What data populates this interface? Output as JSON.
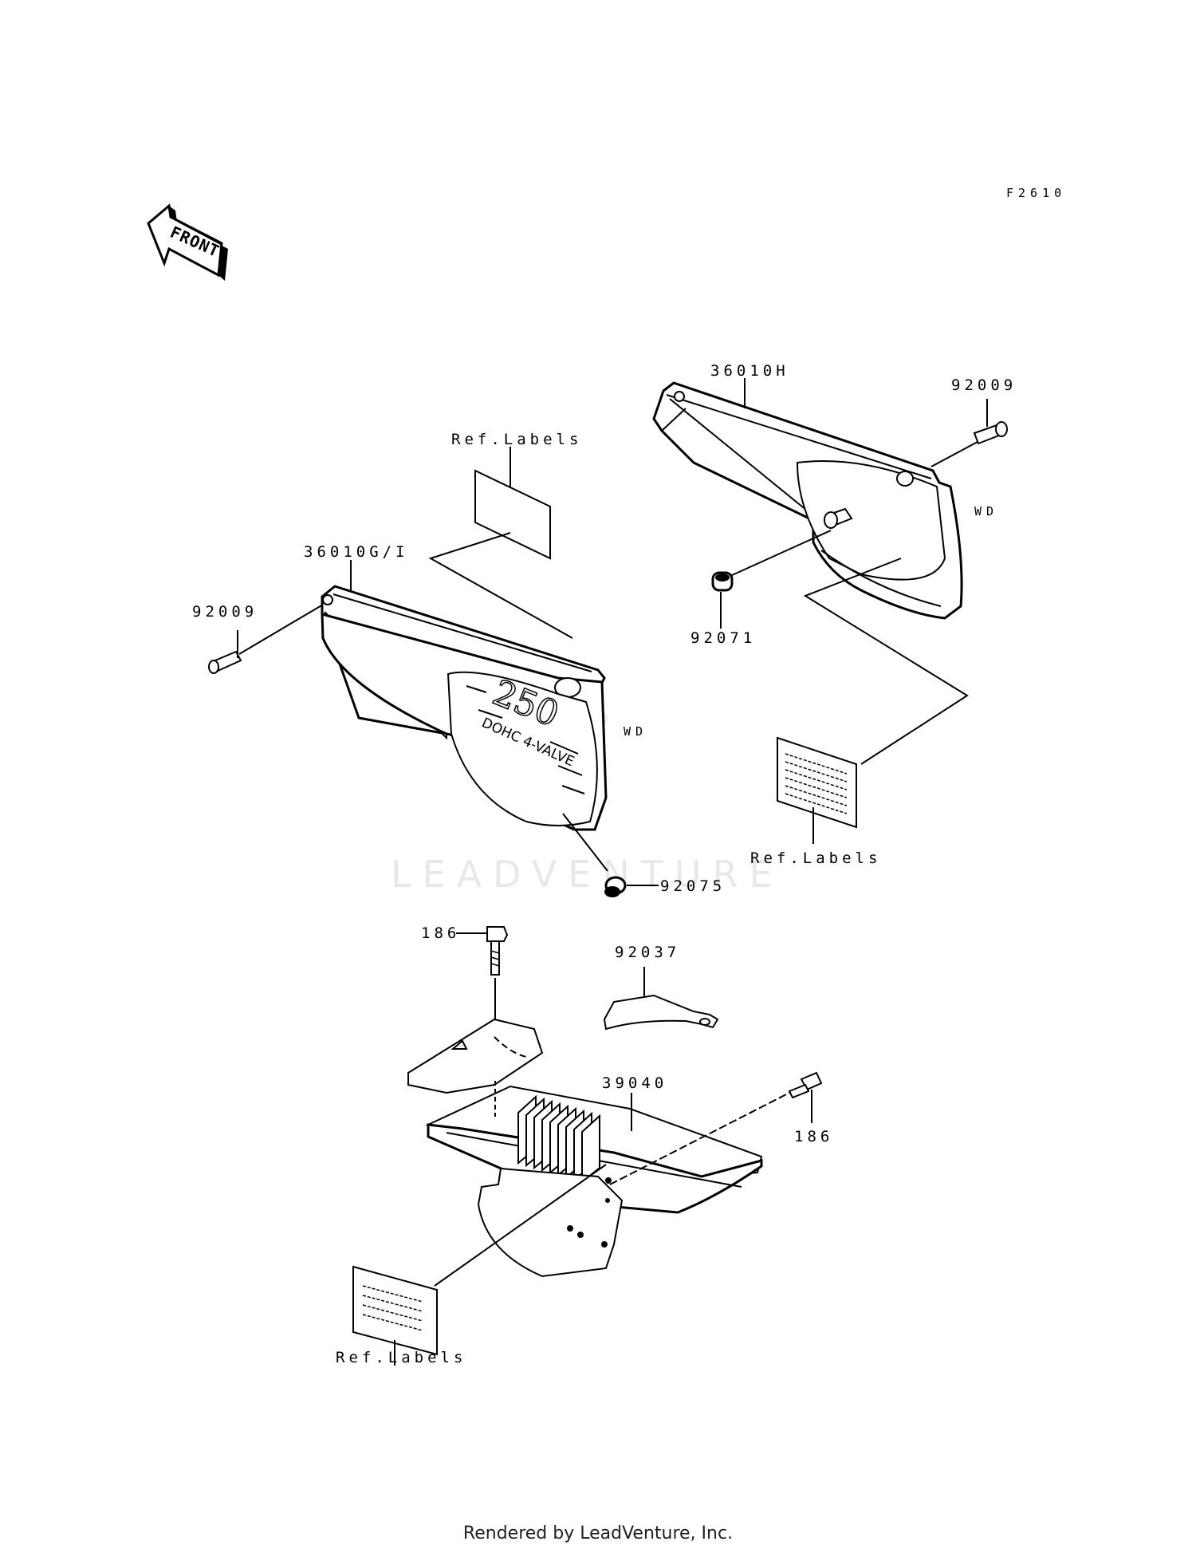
{
  "diagram": {
    "figure_code": "F2610",
    "front_arrow_label": "FRONT",
    "watermark": "LEADVENTURE",
    "parts": {
      "cover_left": "36010G/I",
      "cover_right": "36010H",
      "screw_left": "92009",
      "screw_right": "92009",
      "grommet_right": "92071",
      "grommet_left": "92075",
      "bolt_top": "186",
      "bolt_right": "186",
      "bracket": "92037",
      "guard": "39040",
      "wd_left": "WD",
      "wd_right": "WD"
    },
    "labels": {
      "ref_top": "Ref.Labels",
      "ref_right": "Ref.Labels",
      "ref_bottom": "Ref.Labels"
    },
    "decal_text": {
      "line1": "250",
      "line2": "DOHC 4-VALVE"
    }
  },
  "footer": {
    "rendered_by": "Rendered by LeadVenture, Inc."
  }
}
